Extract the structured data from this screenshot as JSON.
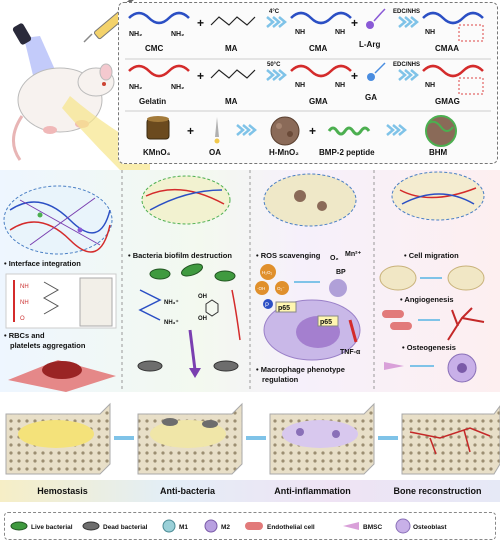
{
  "synthesis": {
    "row1": {
      "a": "CMC",
      "b": "MA",
      "temp": "4°C",
      "c": "CMA",
      "reagent": "EDC/NHS",
      "d": "L-Arg",
      "e": "CMAA",
      "nh2": "NH₂",
      "nh": "NH"
    },
    "row2": {
      "a": "Gelatin",
      "b": "MA",
      "temp": "50°C",
      "c": "GMA",
      "reagent": "EDC/NHS",
      "d": "GA",
      "e": "GMAG",
      "nh2": "NH₂",
      "nh": "NH"
    },
    "row3": {
      "a": "KMnO₄",
      "b": "OA",
      "c": "H-MnO₂",
      "d": "BMP-2 peptide",
      "e": "BHM"
    }
  },
  "panels": {
    "p1": {
      "t1": "• Interface integration",
      "t2": "• RBCs and",
      "t3": "platelets aggregation",
      "nh": "NH",
      "o": "O"
    },
    "p2": {
      "t1": "• Bacteria biofilm destruction",
      "nh3": "NH₃⁺",
      "oh": "OH"
    },
    "p3": {
      "t1": "• ROS scavenging",
      "o2": "O₂",
      "mn": "Mn²⁺",
      "bp": "BP",
      "h2o2": "H₂O₂",
      "oh": "·OH",
      "o2r": "O₂⁻",
      "p65": "p65",
      "tnf": "TNF-α",
      "t2": "• Macrophage phenotype",
      "t3": "regulation",
      "p": "P"
    },
    "p4": {
      "t1": "• Cell migration",
      "t2": "• Angiogenesis",
      "t3": "• Osteogenesis"
    }
  },
  "stages": [
    "Hemostasis",
    "Anti-bacteria",
    "Anti-inflammation",
    "Bone reconstruction"
  ],
  "legend": [
    "Live bacterial",
    "Dead bacterial",
    "M1",
    "M2",
    "Endothelial cell",
    "BMSC",
    "Osteoblast"
  ],
  "colors": {
    "blue": "#2b4fc4",
    "red": "#d42b2b",
    "purple": "#7a3fb0",
    "green": "#3f9a3f",
    "chevron": "#7fc3e8"
  }
}
